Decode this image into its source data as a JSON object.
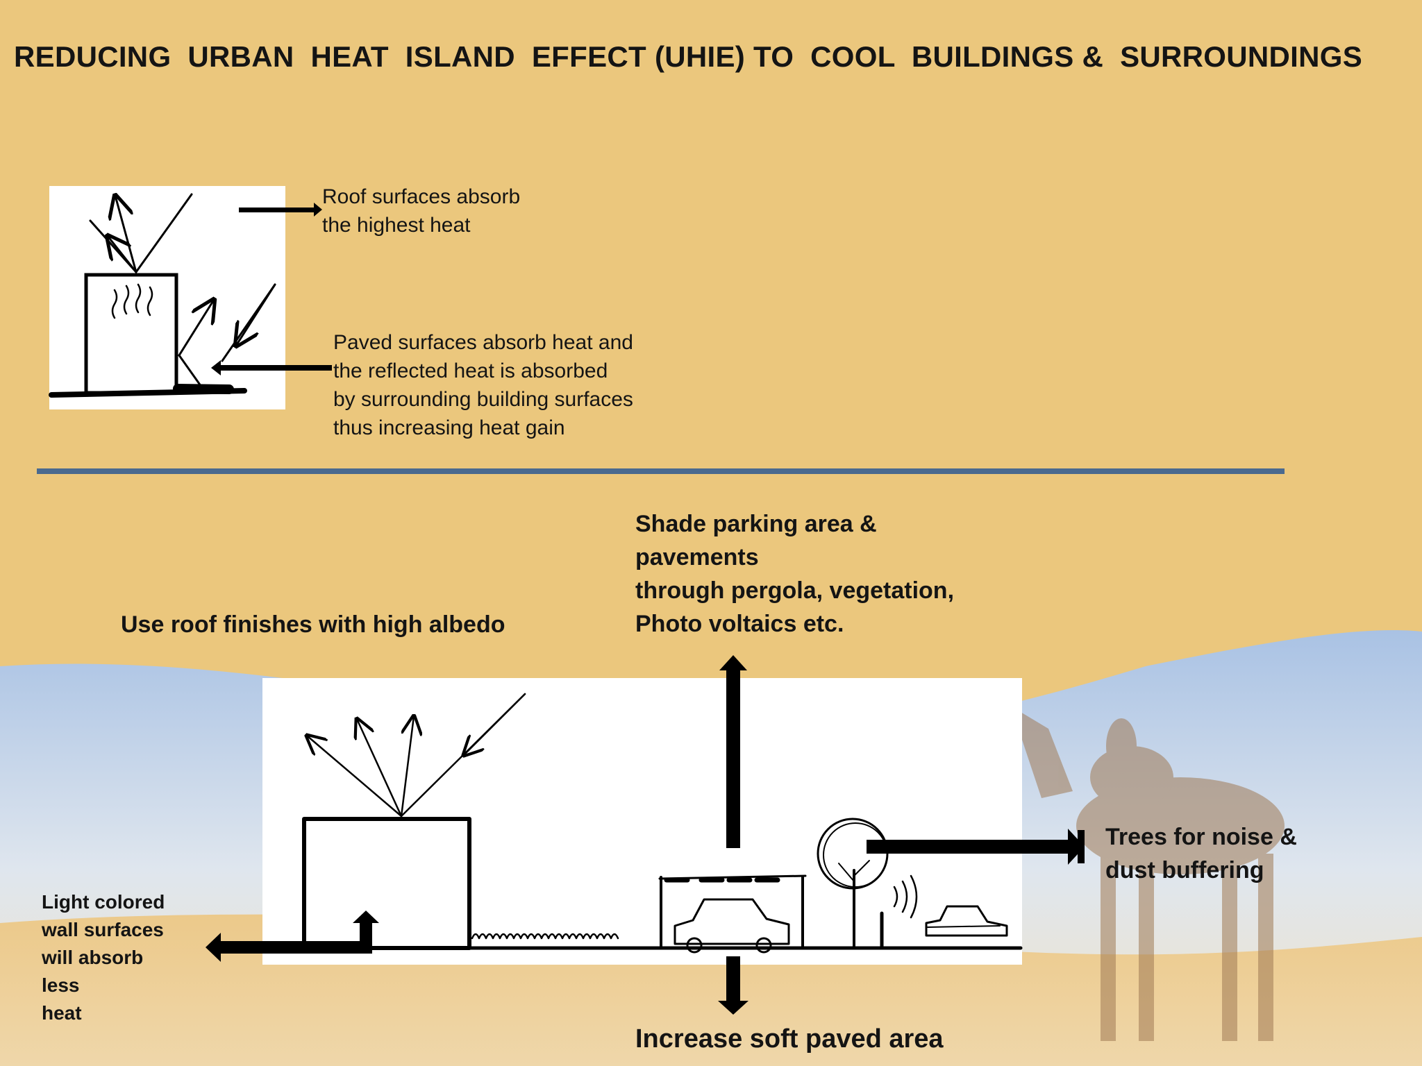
{
  "slide": {
    "title": "REDUCING  URBAN  HEAT  ISLAND  EFFECT (UHIE) TO  COOL  BUILDINGS &  SURROUNDINGS"
  },
  "top_section": {
    "roof_note": [
      "Roof surfaces absorb",
      "the highest heat"
    ],
    "paved_note": [
      "Paved surfaces absorb heat and",
      "the reflected heat is absorbed",
      "by surrounding building surfaces",
      "thus increasing heat gain"
    ]
  },
  "bottom_section": {
    "roof_finish_label": "Use roof finishes with high albedo",
    "shade_label": [
      "Shade parking area &",
      "pavements",
      "through pergola, vegetation,",
      "Photo voltaics etc."
    ],
    "trees_label": [
      "Trees for noise &",
      "dust buffering"
    ],
    "wall_label": [
      "Light colored",
      "wall surfaces",
      "will absorb",
      "less",
      "heat"
    ],
    "soft_paved_label": "Increase soft paved area"
  },
  "colors": {
    "background_sand": "#ebc77d",
    "divider": "#4a6a8f",
    "sky": "#b8cde6",
    "arrow": "#000000"
  }
}
